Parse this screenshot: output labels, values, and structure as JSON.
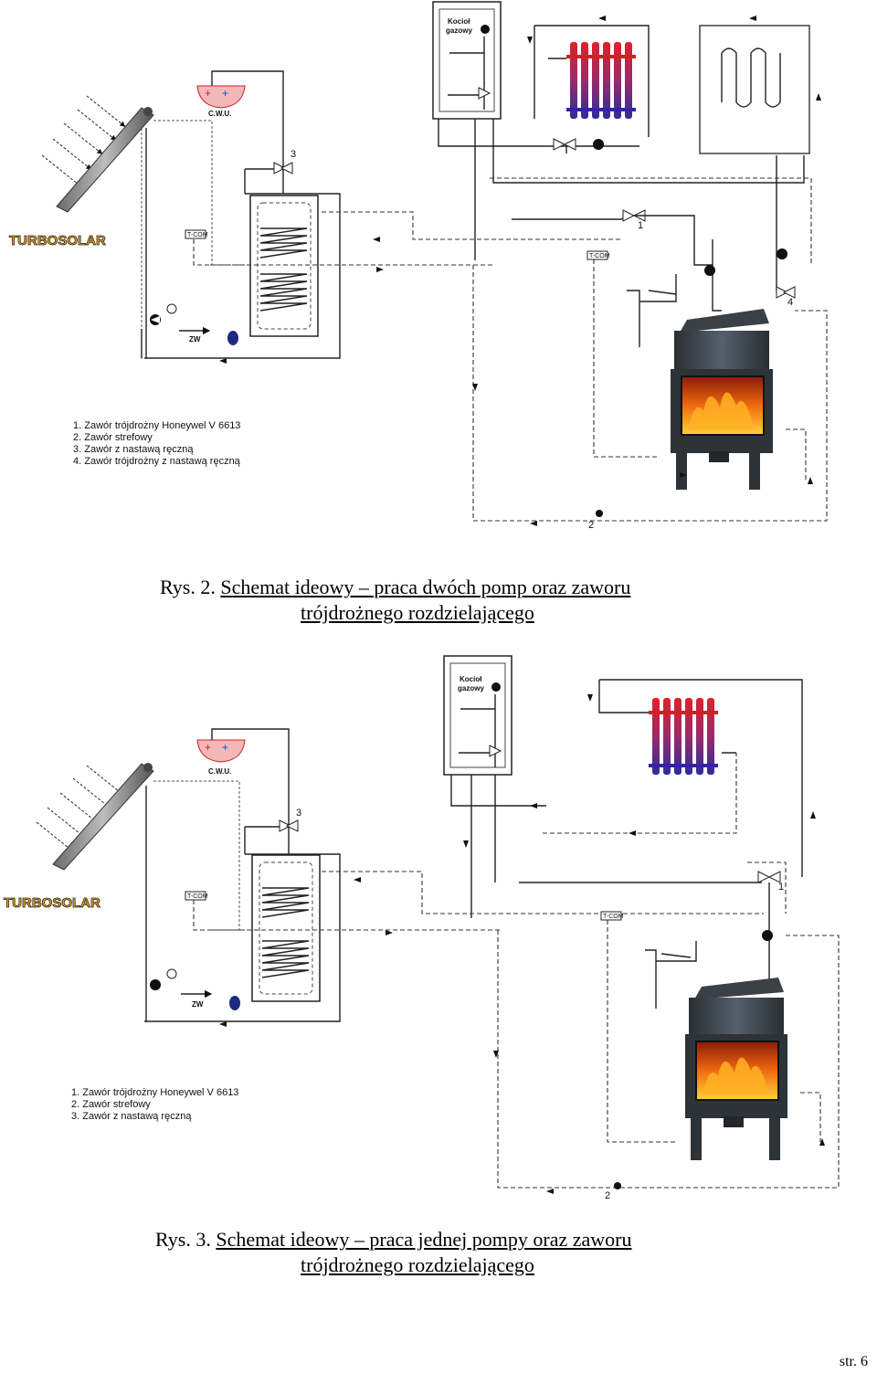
{
  "fig2": {
    "brand": "TURBOSOLAR",
    "cwu_label": "C.W.U.",
    "boiler_label_1": "Kocioł",
    "boiler_label_2": "gazowy",
    "tcom_1": "T-COM",
    "tcom_2": "T-COM",
    "zw_label": "ZW",
    "valve_1": "1",
    "valve_2": "2",
    "valve_3": "3",
    "valve_4": "4",
    "legend": [
      "1. Zawór trójdrożny Honeywel V 6613",
      "2. Zawór strefowy",
      "3. Zawór z nastawą ręczną",
      "4. Zawór trójdrożny z nastawą ręczną"
    ],
    "caption_prefix": "Rys. 2.",
    "caption_line1": "Schemat ideowy – praca dwóch pomp oraz zaworu",
    "caption_line2": "trójdrożnego rozdzielającego"
  },
  "fig3": {
    "brand": "TURBOSOLAR",
    "cwu_label": "C.W.U.",
    "boiler_label_1": "Kocioł",
    "boiler_label_2": "gazowy",
    "tcom_1": "T-COM",
    "tcom_2": "T-COM",
    "zw_label": "ZW",
    "valve_1": "1",
    "valve_2": "2",
    "valve_3": "3",
    "legend": [
      "1. Zawór trójdrożny Honeywel V 6613",
      "2. Zawór strefowy",
      "3. Zawór z nastawą ręczną"
    ],
    "caption_prefix": "Rys. 3.",
    "caption_line1": "Schemat ideowy – praca jednej pompy oraz zaworu",
    "caption_line2": "trójdrożnego rozdzielającego"
  },
  "page_number": "str. 6",
  "colors": {
    "radiator_top": "#e0202a",
    "radiator_bottom": "#2b2d9a",
    "brand": "#f4a71c",
    "fire": "#f06a10",
    "pump_fill": "#111111",
    "tank_fill": "#1e2a80"
  }
}
